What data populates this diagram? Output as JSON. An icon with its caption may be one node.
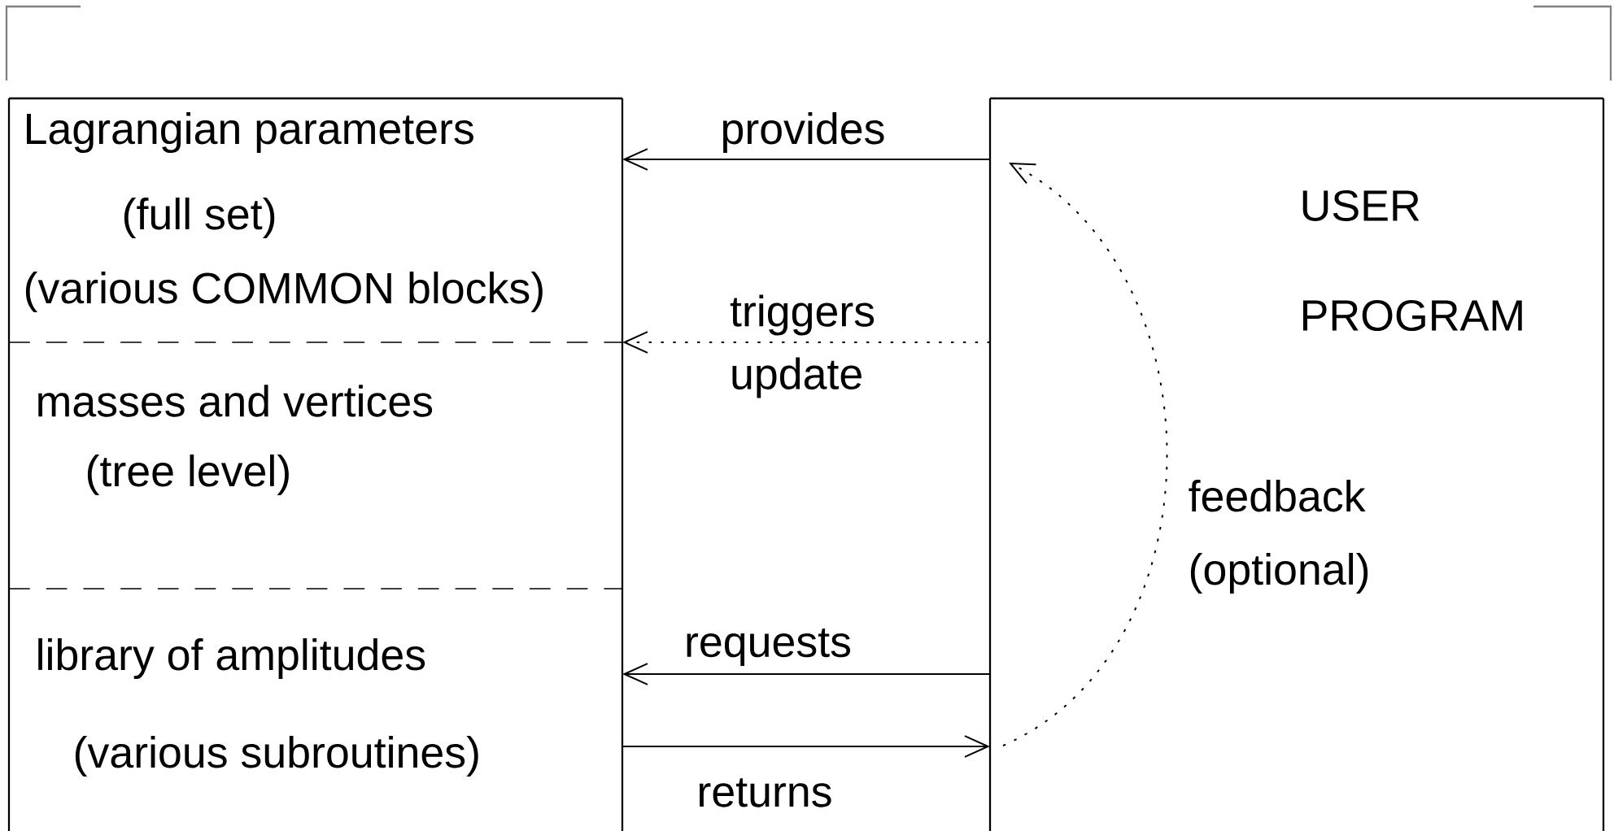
{
  "diagram": {
    "nodes": [
      {
        "text": [
          "Lagrangian parameters",
          "(full set)",
          "(various COMMON blocks)"
        ]
      },
      {
        "text": [
          "masses and vertices",
          "(tree level)"
        ]
      },
      {
        "text": [
          "library of amplitudes",
          "(various subroutines)"
        ]
      },
      {
        "text": [
          "USER",
          "PROGRAM"
        ]
      }
    ],
    "edges": [
      {
        "from": 3,
        "to": 0,
        "arrow": "to",
        "label": "provides"
      },
      {
        "from": 3,
        "to": 1,
        "arrow": "to",
        "label": "triggers update",
        "style": "dashed"
      },
      {
        "from": 3,
        "to": 2,
        "arrow": "to",
        "label": "requests"
      },
      {
        "from": 2,
        "to": 3,
        "arrow": "to",
        "label": "returns"
      },
      {
        "from": 3,
        "to": 3,
        "arrow": "to",
        "label": "feedback (optional)",
        "style": "dashed"
      }
    ]
  }
}
